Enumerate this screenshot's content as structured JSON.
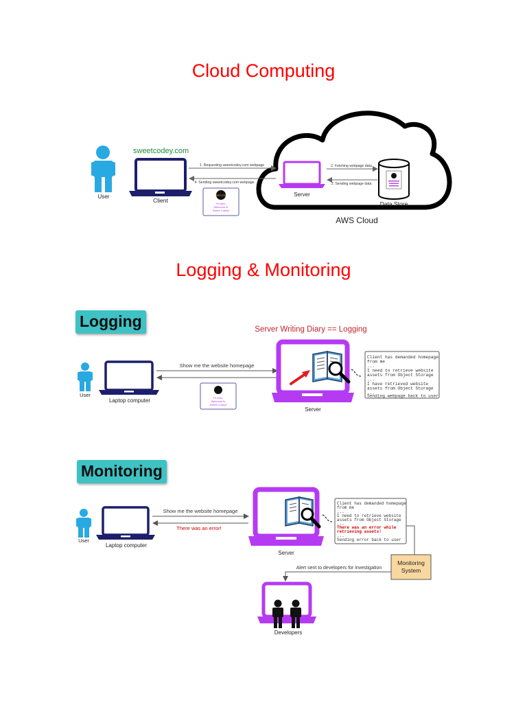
{
  "colors": {
    "heading": "#ff0000",
    "user": "#29a9e1",
    "laptop_navy": "#1d1f6b",
    "server_purple": "#b53bf2",
    "badge_teal": "#3ec2c4",
    "error": "#cc0000",
    "monitor_box": "#f8d8a0",
    "site_green": "#1e8a3e"
  },
  "cloud_section": {
    "title": "Cloud Computing",
    "site_name": "sweetcodey.com",
    "user_label": "User",
    "client_label": "Client",
    "server_label": "Server",
    "datastore_label": "Data Store",
    "cloud_label": "AWS Cloud",
    "arrow1": "1. Requesting sweetcodey.com webpage",
    "arrow2": "2. Fetching webpage data",
    "arrow3": "3. Sending webpage data",
    "arrow4": "4. Sending sweetcodey.com webpage",
    "webpage_line1": "Hi User,",
    "webpage_line2": "Welcome to",
    "webpage_line3": "Sweet Codey!",
    "logo_text": "SWEETCODEY"
  },
  "logging_section": {
    "title": "Logging & Monitoring",
    "badge": "Logging",
    "caption": "Server Writing Diary == Logging",
    "user_label": "User",
    "laptop_label": "Laptop computer",
    "server_label": "Server",
    "request": "Show me the website homepage",
    "log_lines": [
      "Client has demanded homepage",
      "from me",
      "...",
      "I need to retrieve website",
      "assets from Object Storage",
      "...",
      "I have retrieved website",
      "assets from Object Storage",
      "...",
      "Sending webpage back to user"
    ]
  },
  "monitoring_section": {
    "badge": "Monitoring",
    "user_label": "User",
    "laptop_label": "Laptop computer",
    "server_label": "Server",
    "request": "Show me the website homepage",
    "error_response": "There was an error!",
    "log_lines": [
      "Client has demanded homepage",
      "from me",
      "...",
      "I need to retrieve website",
      "assets from Object Storage",
      "..."
    ],
    "error_lines": [
      "There was an error while",
      "retrieving assets!"
    ],
    "log_tail": [
      "...",
      "Sending error back to user"
    ],
    "monitor_line1": "Monitoring",
    "monitor_line2": "System",
    "alert": "Alert sent to developers for investigation",
    "developers_label": "Developers"
  }
}
